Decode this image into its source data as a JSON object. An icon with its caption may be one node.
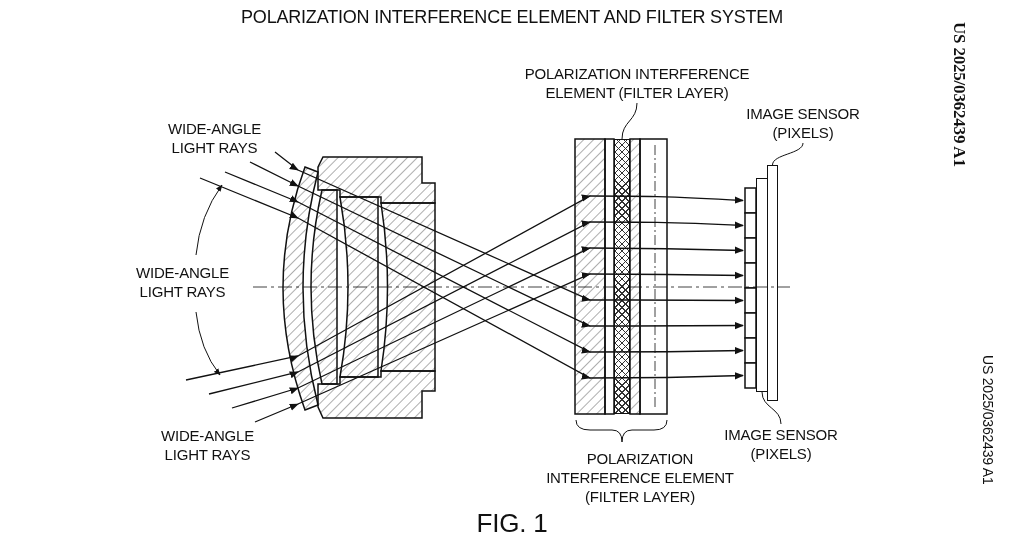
{
  "diagram": {
    "title": "POLARIZATION INTERFERENCE ELEMENT AND FILTER SYSTEM",
    "caption": "FIG. 1",
    "nodes": [
      {
        "text": [
          "POLARIZATION INTERFERENCE ELEMENT (FILTER LAYER)"
        ]
      },
      {
        "text": [],
        "shape": "bar"
      },
      {
        "text": [
          "IMAGE SENSOR (PIXELS)"
        ]
      },
      {
        "text": [],
        "shape": "bar"
      },
      {
        "text": [
          "IMAGE SENSOR (PIXELS)"
        ]
      },
      {
        "text": [],
        "shape": "bar"
      }
    ],
    "edges": [
      {
        "from": 0,
        "to": 1,
        "arrow": "none"
      },
      {
        "from": 2,
        "to": 3,
        "arrow": "none"
      },
      {
        "from": 4,
        "to": 5,
        "arrow": "none"
      }
    ],
    "labels": [
      "US 2025/0362439 A1",
      "WIDE-ANGLE LIGHT RAYS",
      "WIDE-ANGLE LIGHT RAYS",
      "WIDE-ANGLE LIGHT RAYS",
      "POLARIZATION INTERFERENCE ELEMENT (FILTER LAYER)",
      "US 2025/0362439 A1"
    ]
  }
}
